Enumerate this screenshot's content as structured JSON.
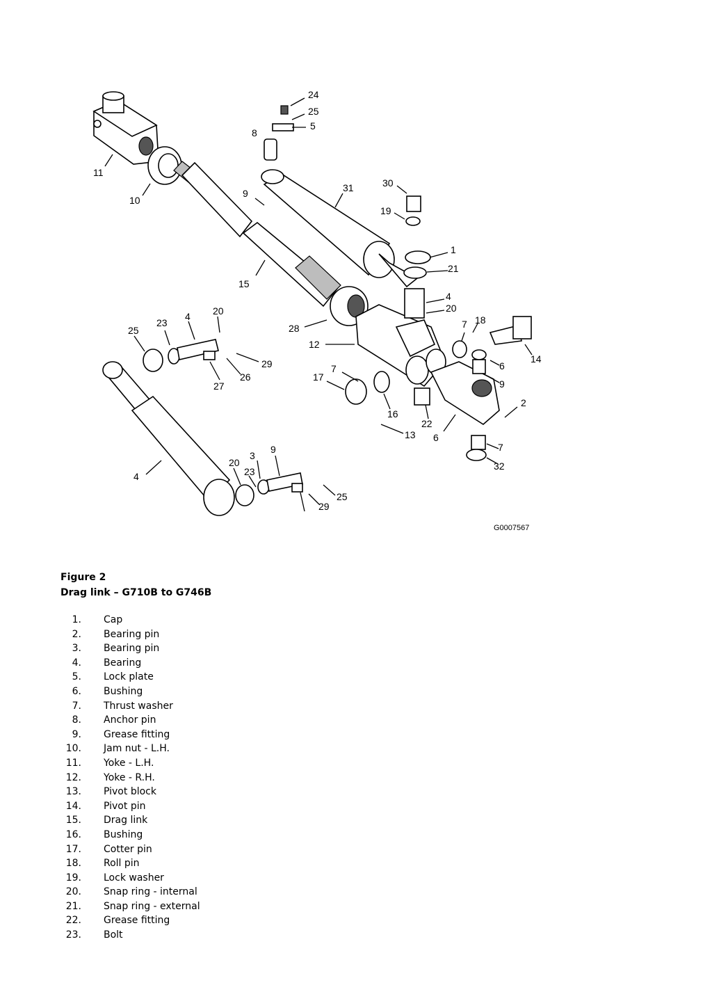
{
  "figure": {
    "label": "Figure 2",
    "title": "Drag link – G710B to G746B",
    "drawing_code": "G0007567"
  },
  "callouts": [
    "24",
    "25",
    "5",
    "8",
    "11",
    "10",
    "9",
    "31",
    "30",
    "19",
    "1",
    "21",
    "4",
    "20",
    "15",
    "28",
    "12",
    "7",
    "18",
    "14",
    "6",
    "9",
    "2",
    "20",
    "4",
    "23",
    "25",
    "29",
    "26",
    "27",
    "7",
    "17",
    "16",
    "13",
    "22",
    "6",
    "7",
    "32",
    "4",
    "20",
    "3",
    "9",
    "23",
    "25",
    "29"
  ],
  "parts": [
    {
      "num": "1.",
      "name": "Cap"
    },
    {
      "num": "2.",
      "name": "Bearing pin"
    },
    {
      "num": "3.",
      "name": "Bearing pin"
    },
    {
      "num": "4.",
      "name": "Bearing"
    },
    {
      "num": "5.",
      "name": "Lock plate"
    },
    {
      "num": "6.",
      "name": "Bushing"
    },
    {
      "num": "7.",
      "name": "Thrust washer"
    },
    {
      "num": "8.",
      "name": "Anchor pin"
    },
    {
      "num": "9.",
      "name": "Grease fitting"
    },
    {
      "num": "10.",
      "name": "Jam nut - L.H."
    },
    {
      "num": "11.",
      "name": "Yoke - L.H."
    },
    {
      "num": "12.",
      "name": "Yoke - R.H."
    },
    {
      "num": "13.",
      "name": "Pivot block"
    },
    {
      "num": "14.",
      "name": "Pivot pin"
    },
    {
      "num": "15.",
      "name": "Drag link"
    },
    {
      "num": "16.",
      "name": "Bushing"
    },
    {
      "num": "17.",
      "name": "Cotter pin"
    },
    {
      "num": "18.",
      "name": "Roll pin"
    },
    {
      "num": "19.",
      "name": "Lock washer"
    },
    {
      "num": "20.",
      "name": "Snap ring - internal"
    },
    {
      "num": "21.",
      "name": "Snap ring - external"
    },
    {
      "num": "22.",
      "name": "Grease fitting"
    },
    {
      "num": "23.",
      "name": "Bolt"
    }
  ]
}
